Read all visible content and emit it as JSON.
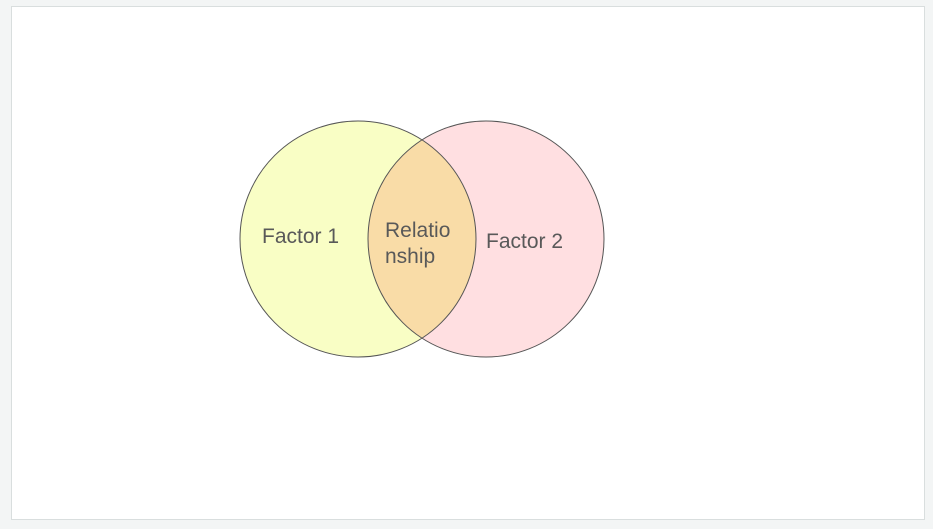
{
  "diagram": {
    "type": "venn",
    "sets": [
      {
        "label": "Factor 1",
        "fill": "#f9fec5",
        "stroke": "#555555"
      },
      {
        "label": "Factor 2",
        "fill": "#ffdfe1",
        "stroke": "#555555"
      }
    ],
    "intersection": {
      "label_lines": [
        "Relatio",
        "nship"
      ],
      "fill": "#f9dca7"
    },
    "text_color": "#595959"
  }
}
